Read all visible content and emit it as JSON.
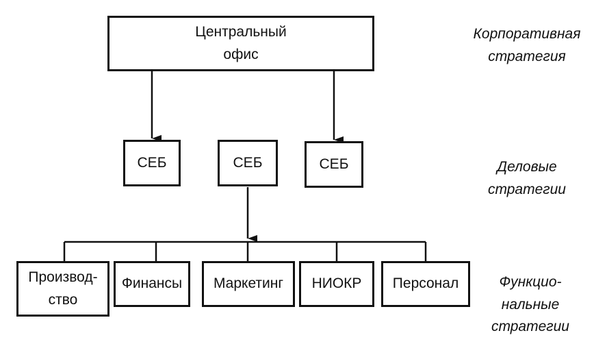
{
  "central_office": "Центральный\nофис",
  "sbu": [
    "СЕБ",
    "СЕБ",
    "СЕБ"
  ],
  "functions": [
    "Производ-\nство",
    "Финансы",
    "Маркетинг",
    "НИОКР",
    "Персонал"
  ],
  "levels": {
    "corporate": "Корпоративная\nстратегия",
    "business": "Деловые\nстратегии",
    "functional": "Функцио-\nнальные\nстратегии"
  }
}
